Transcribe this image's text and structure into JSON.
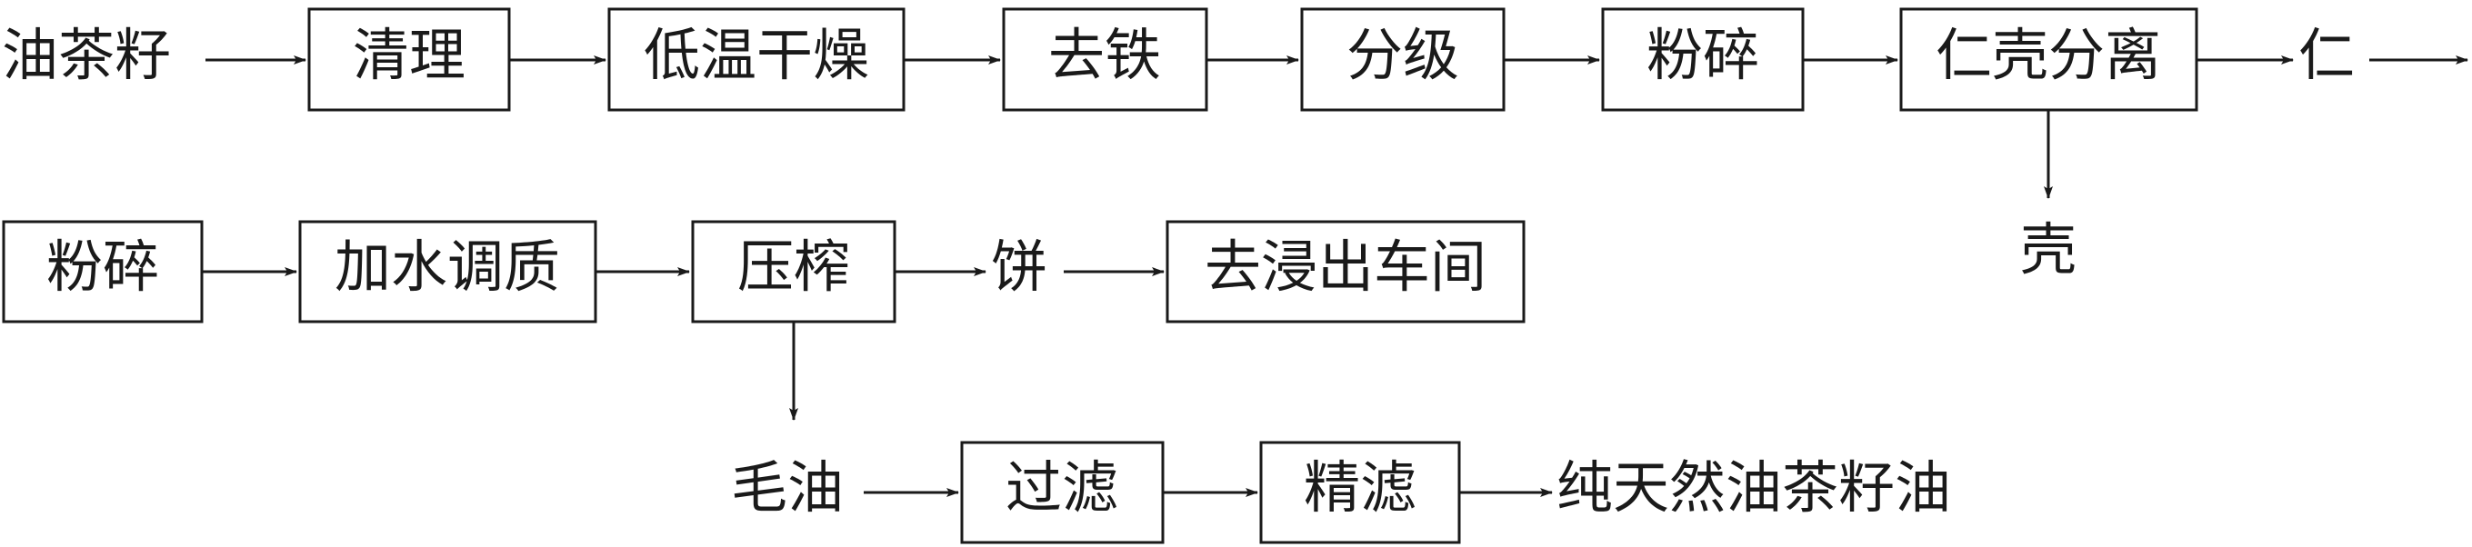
{
  "diagram": {
    "row1": {
      "start": "油茶籽",
      "steps": [
        "清理",
        "低温干燥",
        "去铁",
        "分级",
        "粉碎",
        "仁壳分离"
      ],
      "kernel": "仁",
      "shell": "壳"
    },
    "row2": {
      "steps": [
        "粉碎",
        "加水调质",
        "压榨"
      ],
      "cake": "饼",
      "extraction": "去浸出车间"
    },
    "row3": {
      "crude_oil": "毛油",
      "steps": [
        "过滤",
        "精滤"
      ],
      "product": "纯天然油茶籽油"
    }
  }
}
